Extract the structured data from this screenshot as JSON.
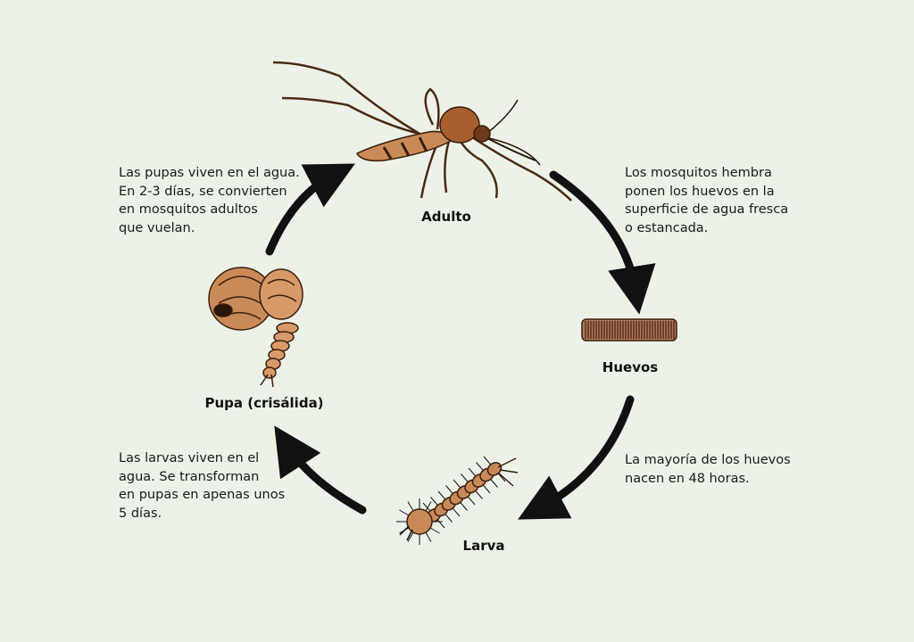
{
  "stages": {
    "adult": {
      "label": "Adulto"
    },
    "eggs": {
      "label": "Huevos"
    },
    "larva": {
      "label": "Larva"
    },
    "pupa": {
      "label": "Pupa (crisálida)"
    }
  },
  "descriptions": {
    "pupa_to_adult": [
      "Las pupas viven en el agua.",
      "En 2-3 días, se convierten",
      "en mosquitos adultos",
      "que vuelan."
    ],
    "adult_to_eggs": [
      "Los mosquitos hembra",
      "ponen los huevos en la",
      "superficie de agua fresca",
      "o estancada."
    ],
    "eggs_to_larva": [
      "La mayoría de los huevos",
      "nacen en 48 horas."
    ],
    "larva_to_pupa": [
      "Las larvas viven en el",
      "agua. Se transforman",
      "en pupas en apenas unos",
      "5 días."
    ]
  },
  "colors": {
    "background": "#ecf2e8",
    "arrow": "#111111",
    "body_brown": "#c98a58",
    "dark_brown": "#6b3a1a",
    "outline": "#3a1e0c"
  },
  "icons": [
    "mosquito-adult-icon",
    "egg-raft-icon",
    "larva-icon",
    "pupa-icon"
  ]
}
